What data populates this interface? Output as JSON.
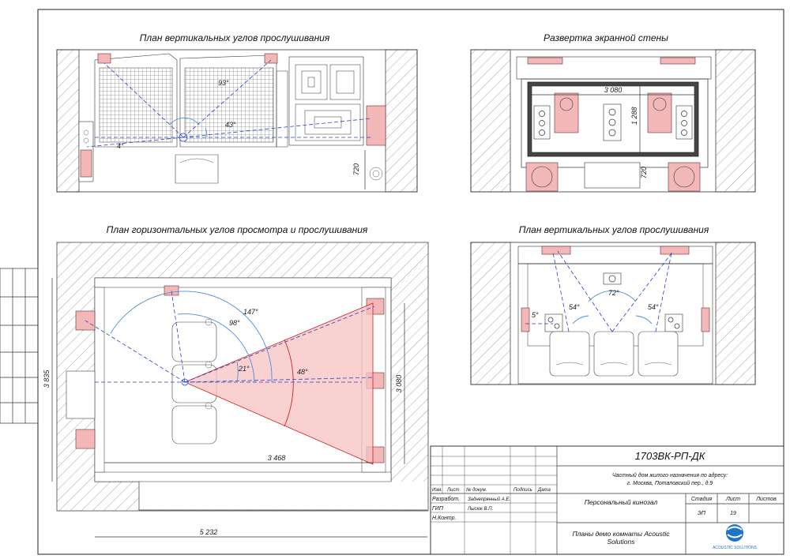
{
  "views": {
    "top_left": {
      "title": "План вертикальных углов прослушивания",
      "angles": [
        "93°",
        "43°",
        "4°"
      ],
      "dims": [
        "720"
      ]
    },
    "top_right": {
      "title": "Развертка экранной стены",
      "dims": [
        "3 080",
        "1 288",
        "720"
      ]
    },
    "bottom_left": {
      "title": "План горизонтальных углов просмотра и прослушивания",
      "angles": [
        "147°",
        "98°",
        "21°",
        "48°"
      ],
      "dims": [
        "3 835",
        "3 080",
        "3 468",
        "5 232"
      ]
    },
    "bottom_right": {
      "title": "План вертикальных углов прослушивания",
      "angles": [
        "72°",
        "54°",
        "54°",
        "5°"
      ]
    }
  },
  "title_block": {
    "code": "1703ВК-РП-ДК",
    "address": "Частный дом жилого назначения по адресу:",
    "address2": "г. Москва, Потаповский пер., д.9",
    "headers": {
      "izm": "Изм.",
      "list": "Лист",
      "doc": "№ докум.",
      "podp": "Подпись",
      "date": "Дата"
    },
    "rows": [
      {
        "role": "Разработ.",
        "name": "Заднепрянный А.Е."
      },
      {
        "role": "ГИП",
        "name": "Лысюк В.П."
      },
      {
        "role": "Н.Контр.",
        "name": ""
      }
    ],
    "project": "Персональный кинозал",
    "stage_label": "Стадия",
    "sheet_label": "Лист",
    "sheets_label": "Листов",
    "stage": "ЭП",
    "sheet": "19",
    "sheets": "",
    "drawing_title": "Планы демо комнаты Acoustic",
    "drawing_title2": "Solutions",
    "logo_text": "ACOUSTIC SOLUTIONS",
    "logo_color": "#1f73c8"
  }
}
